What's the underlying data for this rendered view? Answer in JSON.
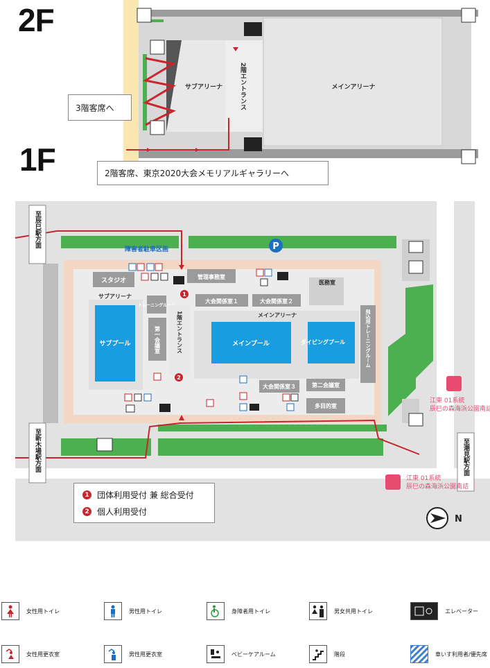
{
  "floor_labels": {
    "upper": "2F",
    "lower": "1F"
  },
  "callouts": {
    "to_3f_seats": "3階客席へ",
    "to_2f_seats": "2階客席、東京2020大会メモリアルギャラリーへ"
  },
  "areas_2f": {
    "sub_arena": "サブアリーナ",
    "entrance_2f": "2階エントランス",
    "main_arena": "メインアリーナ"
  },
  "areas_1f": {
    "accessible_parking": "障害者駐車区画",
    "parking_symbol": "P",
    "studio": "スタジオ",
    "office": "管理事務室",
    "meeting_room_1": "大会関係室１",
    "meeting_room_2": "大会関係室２",
    "medical_room": "医務室",
    "sub_arena": "サブアリーナ",
    "training_room_small": "トレーニングルーム",
    "main_arena": "メインアリーナ",
    "sub_pool": "サブプール",
    "meeting_room_first": "第一会議室",
    "entrance_1f": "1階エントランス",
    "main_pool": "メインプール",
    "diving_pool": "ダイビングプール",
    "dryland_training": "飛込用トレーニングルーム",
    "meeting_room_3": "大会関係室３",
    "meeting_room_second": "第二会議室",
    "multipurpose_room": "多目的室"
  },
  "markers": {
    "one": "1",
    "two": "2"
  },
  "directions": {
    "tatsumi": "至辰巳駅方面",
    "shinkiba": "至新木場駅方面",
    "shiomi": "至潮見駅方面",
    "north": "N"
  },
  "bus_stops": {
    "upper": "江東01系統辰巳の森海浜公園南詰",
    "upper_line1": "江東 01系統",
    "upper_line2": "辰巳の森海浜公園南詰",
    "lower_line1": "江東 01系統",
    "lower_line2": "辰巳の森海浜公園南詰"
  },
  "reception": {
    "item1_num": "1",
    "item1": "団体利用受付 兼 総合受付",
    "item2_num": "2",
    "item2": "個人利用受付"
  },
  "legend": [
    {
      "label": "女性用トイレ",
      "icon": "female-toilet-icon"
    },
    {
      "label": "男性用トイレ",
      "icon": "male-toilet-icon"
    },
    {
      "label": "身障者用トイレ",
      "icon": "accessible-toilet-icon"
    },
    {
      "label": "男女共用トイレ",
      "icon": "unisex-toilet-icon"
    },
    {
      "label": "エレベーター",
      "icon": "elevator-icon"
    },
    {
      "label": "女性用更衣室",
      "icon": "female-changing-room-icon"
    },
    {
      "label": "男性用更衣室",
      "icon": "male-changing-room-icon"
    },
    {
      "label": "ベビーケアルーム",
      "icon": "baby-care-icon"
    },
    {
      "label": "階段",
      "icon": "stairs-icon"
    },
    {
      "label": "車いす利用者/優先席",
      "icon": "wheelchair-priority-seat-icon"
    }
  ],
  "colors": {
    "accent_red": "#c9252c",
    "green": "#4caf50",
    "gray_floor": "#e6e6e6",
    "gray_dark": "#9b9b9b",
    "pool_blue": "#1a9ce0",
    "beige": "#f4d6c4",
    "yellow": "#fbe7b1"
  }
}
